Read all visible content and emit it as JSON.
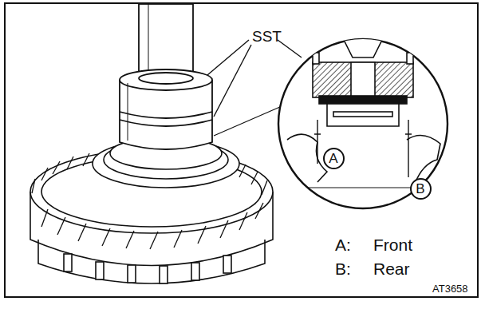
{
  "diagram": {
    "nodes": [
      {
        "text": [
          "A"
        ]
      },
      {
        "text": [
          "B"
        ]
      }
    ],
    "labels": [
      "SST",
      "A:",
      "Front",
      "B:",
      "Rear",
      "AT3658"
    ]
  }
}
